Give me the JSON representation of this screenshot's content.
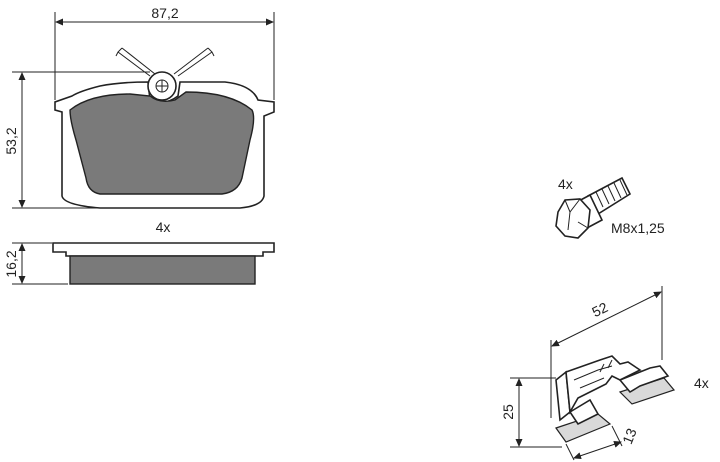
{
  "diagram": {
    "pad": {
      "width_label": "87,2",
      "height_label": "53,2",
      "thickness_label": "16,2",
      "quantity_label": "4x"
    },
    "bolt": {
      "quantity_label": "4x",
      "thread_label": "M8x1,25"
    },
    "clip": {
      "length_label": "52",
      "height_label": "25",
      "width_label": "13",
      "quantity_label": "4x"
    },
    "colors": {
      "pad_fill": "#7a7a7a",
      "line": "#222222",
      "background": "#ffffff"
    }
  }
}
